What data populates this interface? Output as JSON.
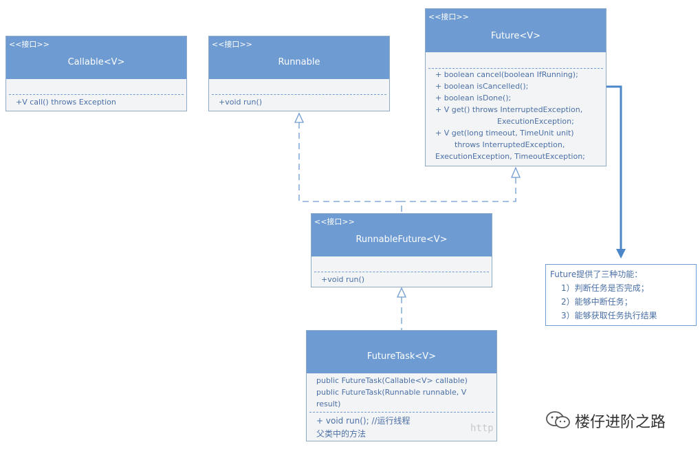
{
  "classes": {
    "callable": {
      "stereotype": "<<接口>>",
      "name": "Callable<V>",
      "methods": [
        "+V call() throws Exception"
      ]
    },
    "runnable": {
      "stereotype": "<<接口>>",
      "name": "Runnable",
      "methods": [
        "+void run()"
      ]
    },
    "future": {
      "stereotype": "<<接口>>",
      "name": "Future<V>",
      "methods": [
        "+ boolean cancel(boolean IfRunning);",
        "+ boolean isCancelled();",
        "+ boolean isDone();",
        "+ V get() throws InterruptedException,",
        "ExecutionException;",
        "+ V get(long timeout, TimeUnit unit)",
        "throws InterruptedException,",
        "ExecutionException, TimeoutException;"
      ]
    },
    "runnable_future": {
      "stereotype": "<<接口>>",
      "name": "RunnableFuture<V>",
      "methods": [
        "+void run()"
      ]
    },
    "future_task": {
      "name": "FutureTask<V>",
      "constructors": [
        "public FutureTask(Callable<V> callable)",
        "public FutureTask(Runnable runnable, V",
        "result)"
      ],
      "methods": [
        "+ void run(); //运行线程",
        "父类中的方法"
      ]
    }
  },
  "note": {
    "lines": [
      "Future提供了三种功能：",
      "1）判断任务是否完成；",
      "2）能够中断任务；",
      "3）能够获取任务执行结果"
    ]
  },
  "watermark": "http",
  "brand": "楼仔进阶之路",
  "colors": {
    "header": "#6d9bd2",
    "body": "#f3f4f6",
    "arrow": "#4a86c8",
    "text": "#4a6fa5"
  }
}
